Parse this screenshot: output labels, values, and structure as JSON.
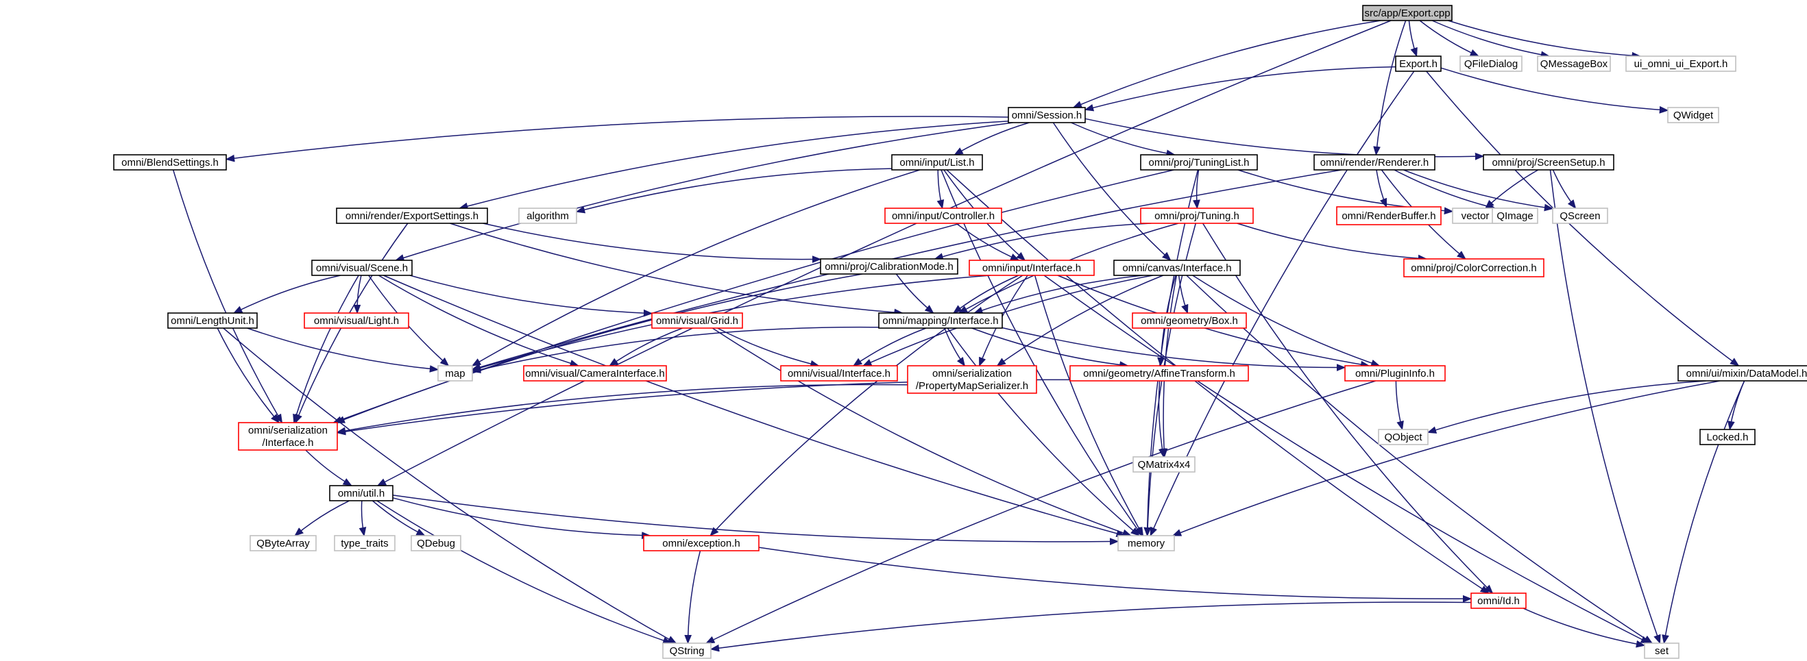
{
  "colors": {
    "edge": "#191970",
    "edge_system": "#8f8f8f",
    "border_normal": "#000000",
    "border_truncated": "#ff0000",
    "border_system": "#bfbfbf",
    "fill_root": "#bfbfbf",
    "fill_normal": "#ffffff"
  },
  "nodes": [
    {
      "id": "export_cpp",
      "lines": [
        "src/app/Export.cpp"
      ],
      "kind": "root"
    },
    {
      "id": "export_h",
      "lines": [
        "Export.h"
      ],
      "kind": "normal"
    },
    {
      "id": "qfiledialog",
      "lines": [
        "QFileDialog"
      ],
      "kind": "system"
    },
    {
      "id": "qmessagebox",
      "lines": [
        "QMessageBox"
      ],
      "kind": "system"
    },
    {
      "id": "ui_export_h",
      "lines": [
        "ui_omni_ui_Export.h"
      ],
      "kind": "system"
    },
    {
      "id": "qwidget",
      "lines": [
        "QWidget"
      ],
      "kind": "system"
    },
    {
      "id": "session_h",
      "lines": [
        "omni/Session.h"
      ],
      "kind": "normal"
    },
    {
      "id": "blendsettings_h",
      "lines": [
        "omni/BlendSettings.h"
      ],
      "kind": "normal"
    },
    {
      "id": "input_list_h",
      "lines": [
        "omni/input/List.h"
      ],
      "kind": "normal"
    },
    {
      "id": "tuninglist_h",
      "lines": [
        "omni/proj/TuningList.h"
      ],
      "kind": "normal"
    },
    {
      "id": "renderer_h",
      "lines": [
        "omni/render/Renderer.h"
      ],
      "kind": "normal"
    },
    {
      "id": "screensetup_h",
      "lines": [
        "omni/proj/ScreenSetup.h"
      ],
      "kind": "normal"
    },
    {
      "id": "exportsettings_h",
      "lines": [
        "omni/render/ExportSettings.h"
      ],
      "kind": "normal"
    },
    {
      "id": "algorithm",
      "lines": [
        "algorithm"
      ],
      "kind": "system"
    },
    {
      "id": "controller_h",
      "lines": [
        "omni/input/Controller.h"
      ],
      "kind": "truncated"
    },
    {
      "id": "tuning_h",
      "lines": [
        "omni/proj/Tuning.h"
      ],
      "kind": "truncated"
    },
    {
      "id": "renderbuffer_h",
      "lines": [
        "omni/RenderBuffer.h"
      ],
      "kind": "truncated"
    },
    {
      "id": "vector",
      "lines": [
        "vector"
      ],
      "kind": "system"
    },
    {
      "id": "qimage",
      "lines": [
        "QImage"
      ],
      "kind": "system"
    },
    {
      "id": "qscreen",
      "lines": [
        "QScreen"
      ],
      "kind": "system"
    },
    {
      "id": "scene_h",
      "lines": [
        "omni/visual/Scene.h"
      ],
      "kind": "normal"
    },
    {
      "id": "calibrationmode_h",
      "lines": [
        "omni/proj/CalibrationMode.h"
      ],
      "kind": "normal"
    },
    {
      "id": "input_interface_h",
      "lines": [
        "omni/input/Interface.h"
      ],
      "kind": "truncated"
    },
    {
      "id": "canvas_interface_h",
      "lines": [
        "omni/canvas/Interface.h"
      ],
      "kind": "normal"
    },
    {
      "id": "colorcorrection_h",
      "lines": [
        "omni/proj/ColorCorrection.h"
      ],
      "kind": "truncated"
    },
    {
      "id": "lengthunit_h",
      "lines": [
        "omni/LengthUnit.h"
      ],
      "kind": "normal"
    },
    {
      "id": "light_h",
      "lines": [
        "omni/visual/Light.h"
      ],
      "kind": "truncated"
    },
    {
      "id": "grid_h",
      "lines": [
        "omni/visual/Grid.h"
      ],
      "kind": "truncated"
    },
    {
      "id": "mapping_interface_h",
      "lines": [
        "omni/mapping/Interface.h"
      ],
      "kind": "normal"
    },
    {
      "id": "box_h",
      "lines": [
        "omni/geometry/Box.h"
      ],
      "kind": "truncated"
    },
    {
      "id": "map",
      "lines": [
        "map"
      ],
      "kind": "system"
    },
    {
      "id": "camerainterface_h",
      "lines": [
        "omni/visual/CameraInterface.h"
      ],
      "kind": "truncated"
    },
    {
      "id": "visual_interface_h",
      "lines": [
        "omni/visual/Interface.h"
      ],
      "kind": "truncated"
    },
    {
      "id": "propertymapserializer_h",
      "lines": [
        "omni/serialization",
        "/PropertyMapSerializer.h"
      ],
      "kind": "truncated"
    },
    {
      "id": "affinetransform_h",
      "lines": [
        "omni/geometry/AffineTransform.h"
      ],
      "kind": "truncated"
    },
    {
      "id": "plugininfo_h",
      "lines": [
        "omni/PluginInfo.h"
      ],
      "kind": "truncated"
    },
    {
      "id": "datamodel_h",
      "lines": [
        "omni/ui/mixin/DataModel.h"
      ],
      "kind": "normal"
    },
    {
      "id": "serialization_interface_h",
      "lines": [
        "omni/serialization",
        "/Interface.h"
      ],
      "kind": "truncated"
    },
    {
      "id": "qmatrix4x4",
      "lines": [
        "QMatrix4x4"
      ],
      "kind": "system"
    },
    {
      "id": "qobject",
      "lines": [
        "QObject"
      ],
      "kind": "system"
    },
    {
      "id": "locked_h",
      "lines": [
        "Locked.h"
      ],
      "kind": "normal"
    },
    {
      "id": "util_h",
      "lines": [
        "omni/util.h"
      ],
      "kind": "normal"
    },
    {
      "id": "qbytearray",
      "lines": [
        "QByteArray"
      ],
      "kind": "system"
    },
    {
      "id": "type_traits",
      "lines": [
        "type_traits"
      ],
      "kind": "system"
    },
    {
      "id": "qdebug",
      "lines": [
        "QDebug"
      ],
      "kind": "system"
    },
    {
      "id": "exception_h",
      "lines": [
        "omni/exception.h"
      ],
      "kind": "truncated"
    },
    {
      "id": "memory",
      "lines": [
        "memory"
      ],
      "kind": "system"
    },
    {
      "id": "id_h",
      "lines": [
        "omni/Id.h"
      ],
      "kind": "truncated"
    },
    {
      "id": "qstring",
      "lines": [
        "QString"
      ],
      "kind": "system"
    },
    {
      "id": "set",
      "lines": [
        "set"
      ],
      "kind": "system"
    }
  ],
  "edges": [
    [
      "export_cpp",
      "export_h"
    ],
    [
      "export_cpp",
      "qfiledialog"
    ],
    [
      "export_cpp",
      "qmessagebox"
    ],
    [
      "export_cpp",
      "ui_export_h"
    ],
    [
      "export_cpp",
      "session_h"
    ],
    [
      "export_cpp",
      "renderer_h"
    ],
    [
      "export_cpp",
      "util_h"
    ],
    [
      "export_h",
      "session_h"
    ],
    [
      "export_h",
      "qwidget"
    ],
    [
      "export_h",
      "datamodel_h"
    ],
    [
      "export_h",
      "memory"
    ],
    [
      "session_h",
      "blendsettings_h"
    ],
    [
      "session_h",
      "input_list_h"
    ],
    [
      "session_h",
      "tuninglist_h"
    ],
    [
      "session_h",
      "screensetup_h"
    ],
    [
      "session_h",
      "exportsettings_h"
    ],
    [
      "session_h",
      "scene_h"
    ],
    [
      "session_h",
      "canvas_interface_h"
    ],
    [
      "blendsettings_h",
      "serialization_interface_h"
    ],
    [
      "input_list_h",
      "algorithm"
    ],
    [
      "input_list_h",
      "controller_h"
    ],
    [
      "input_list_h",
      "input_interface_h"
    ],
    [
      "input_list_h",
      "map"
    ],
    [
      "input_list_h",
      "memory"
    ],
    [
      "input_list_h",
      "id_h"
    ],
    [
      "tuninglist_h",
      "tuning_h"
    ],
    [
      "tuninglist_h",
      "vector"
    ],
    [
      "tuninglist_h",
      "serialization_interface_h"
    ],
    [
      "tuninglist_h",
      "memory"
    ],
    [
      "renderer_h",
      "renderbuffer_h"
    ],
    [
      "renderer_h",
      "qimage"
    ],
    [
      "renderer_h",
      "qscreen"
    ],
    [
      "renderer_h",
      "colorcorrection_h"
    ],
    [
      "renderer_h",
      "map"
    ],
    [
      "screensetup_h",
      "qscreen"
    ],
    [
      "screensetup_h",
      "vector"
    ],
    [
      "screensetup_h",
      "set"
    ],
    [
      "exportsettings_h",
      "calibrationmode_h"
    ],
    [
      "exportsettings_h",
      "mapping_interface_h"
    ],
    [
      "exportsettings_h",
      "serialization_interface_h"
    ],
    [
      "controller_h",
      "input_interface_h"
    ],
    [
      "tuning_h",
      "calibrationmode_h"
    ],
    [
      "tuning_h",
      "colorcorrection_h"
    ],
    [
      "tuning_h",
      "mapping_interface_h"
    ],
    [
      "tuning_h",
      "memory"
    ],
    [
      "tuning_h",
      "id_h"
    ],
    [
      "scene_h",
      "lengthunit_h"
    ],
    [
      "scene_h",
      "light_h"
    ],
    [
      "scene_h",
      "grid_h"
    ],
    [
      "scene_h",
      "camerainterface_h"
    ],
    [
      "scene_h",
      "map"
    ],
    [
      "scene_h",
      "serialization_interface_h"
    ],
    [
      "scene_h",
      "memory"
    ],
    [
      "calibrationmode_h",
      "mapping_interface_h"
    ],
    [
      "calibrationmode_h",
      "serialization_interface_h"
    ],
    [
      "input_interface_h",
      "mapping_interface_h"
    ],
    [
      "input_interface_h",
      "propertymapserializer_h"
    ],
    [
      "input_interface_h",
      "plugininfo_h"
    ],
    [
      "input_interface_h",
      "exception_h"
    ],
    [
      "input_interface_h",
      "map"
    ],
    [
      "input_interface_h",
      "memory"
    ],
    [
      "input_interface_h",
      "set"
    ],
    [
      "canvas_interface_h",
      "mapping_interface_h"
    ],
    [
      "canvas_interface_h",
      "box_h"
    ],
    [
      "canvas_interface_h",
      "affinetransform_h"
    ],
    [
      "canvas_interface_h",
      "plugininfo_h"
    ],
    [
      "canvas_interface_h",
      "propertymapserializer_h"
    ],
    [
      "canvas_interface_h",
      "visual_interface_h"
    ],
    [
      "canvas_interface_h",
      "qmatrix4x4"
    ],
    [
      "canvas_interface_h",
      "set"
    ],
    [
      "lengthunit_h",
      "map"
    ],
    [
      "lengthunit_h",
      "serialization_interface_h"
    ],
    [
      "lengthunit_h",
      "qstring"
    ],
    [
      "grid_h",
      "camerainterface_h"
    ],
    [
      "grid_h",
      "visual_interface_h"
    ],
    [
      "grid_h",
      "memory"
    ],
    [
      "mapping_interface_h",
      "map"
    ],
    [
      "mapping_interface_h",
      "visual_interface_h"
    ],
    [
      "mapping_interface_h",
      "propertymapserializer_h"
    ],
    [
      "mapping_interface_h",
      "affinetransform_h"
    ],
    [
      "mapping_interface_h",
      "plugininfo_h"
    ],
    [
      "mapping_interface_h",
      "memory"
    ],
    [
      "propertymapserializer_h",
      "serialization_interface_h"
    ],
    [
      "affinetransform_h",
      "serialization_interface_h"
    ],
    [
      "affinetransform_h",
      "qmatrix4x4"
    ],
    [
      "plugininfo_h",
      "qobject"
    ],
    [
      "plugininfo_h",
      "qstring"
    ],
    [
      "datamodel_h",
      "qobject"
    ],
    [
      "datamodel_h",
      "locked_h"
    ],
    [
      "datamodel_h",
      "memory"
    ],
    [
      "datamodel_h",
      "set"
    ],
    [
      "serialization_interface_h",
      "util_h"
    ],
    [
      "util_h",
      "qbytearray"
    ],
    [
      "util_h",
      "type_traits"
    ],
    [
      "util_h",
      "qdebug"
    ],
    [
      "util_h",
      "memory"
    ],
    [
      "util_h",
      "exception_h"
    ],
    [
      "util_h",
      "qstring"
    ],
    [
      "exception_h",
      "qstring"
    ],
    [
      "exception_h",
      "id_h"
    ],
    [
      "id_h",
      "qstring"
    ],
    [
      "id_h",
      "set"
    ]
  ]
}
